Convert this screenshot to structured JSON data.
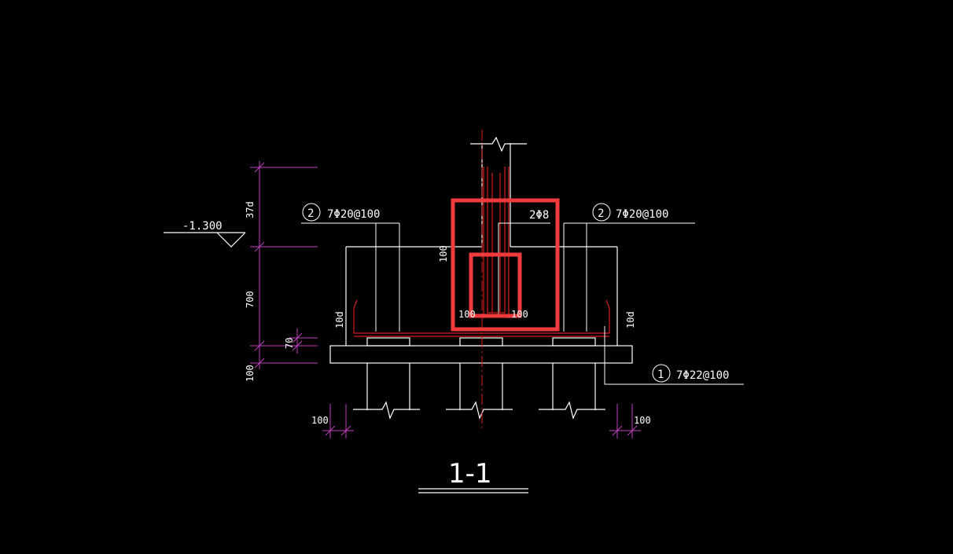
{
  "colors": {
    "background": "#000000",
    "outline": "#ffffff",
    "dimension": "#c040c0",
    "rebar": "#d81e1e",
    "centerline": "#d81e1e",
    "highlight": "#ef3b3b"
  },
  "section_title": "1-1",
  "elevation_label": "-1.300",
  "labels": {
    "stirrup": "2Φ8",
    "left_bar_no": "2",
    "left_bar_spec": "7Φ20@100",
    "right_bar_no": "2",
    "right_bar_spec": "7Φ20@100",
    "bottom_bar_no": "1",
    "bottom_bar_spec": "7Φ22@100"
  },
  "dimensions": {
    "anchor_length": "37d",
    "footing_height": "700",
    "cover": "70",
    "bed_thickness": "100",
    "left_hook": "10d",
    "right_hook": "10d",
    "inner_100_top": "100",
    "inner_100_left": "100",
    "inner_100_right": "100",
    "left_offset": "100",
    "right_offset": "100"
  }
}
